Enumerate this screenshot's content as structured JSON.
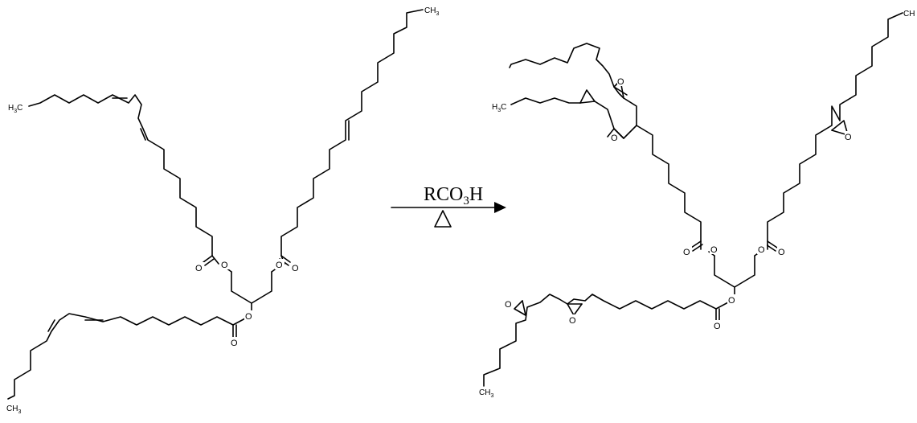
{
  "scheme": {
    "reagent_label": "RCO3H",
    "reagent_main": "RCO",
    "reagent_sub": "3",
    "reagent_tail": "H",
    "condition_icon": "triangle-heat-icon"
  },
  "atoms": {
    "oxygen": "O",
    "methyl_left": "H3C",
    "methyl_right": "CH3",
    "ch3_main": "CH",
    "ch3_sub": "3",
    "h3c_pre": "H",
    "h3c_sub": "3",
    "h3c_post": "C",
    "truncated_ch": "CH"
  }
}
